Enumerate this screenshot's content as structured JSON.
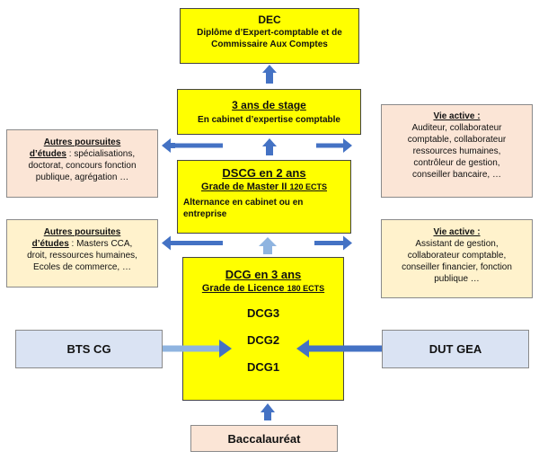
{
  "dec": {
    "title": "DEC",
    "line1": "Diplôme d’Expert-comptable et de",
    "line2": "Commissaire Aux Comptes"
  },
  "stage": {
    "title": "3 ans de stage",
    "subtitle": "En cabinet d’expertise comptable"
  },
  "dscg": {
    "title": "DSCG en 2 ans",
    "grade": "Grade de Master II",
    "ects": "120 ECTS",
    "line1": "Alternance en cabinet ou en",
    "line2": "entreprise"
  },
  "dcg": {
    "title": "DCG en 3 ans",
    "grade": "Grade de Licence",
    "ects": "180 ECTS",
    "levels": [
      "DCG3",
      "DCG2",
      "DCG1"
    ]
  },
  "bac": {
    "label": "Baccalauréat"
  },
  "bts": {
    "label": "BTS CG"
  },
  "dut": {
    "label": "DUT GEA"
  },
  "left_top": {
    "heading1": "Autres poursuites",
    "heading2": "d’études",
    "line1": " : spécialisations,",
    "line2": "doctorat, concours fonction",
    "line3": "publique, agrégation …"
  },
  "left_bottom": {
    "heading1": "Autres poursuites",
    "heading2": "d’études",
    "line1": " : Masters CCA,",
    "line2": "droit, ressources humaines,",
    "line3": "Ecoles de commerce, …"
  },
  "right_top": {
    "heading": "Vie active :",
    "lines": [
      "Auditeur, collaborateur",
      "comptable, collaborateur",
      "ressources humaines,",
      "contrôleur de gestion,",
      "conseiller bancaire, …"
    ]
  },
  "right_bottom": {
    "heading": "Vie active :",
    "lines": [
      "Assistant de gestion,",
      "collaborateur comptable,",
      "conseiller financier, fonction",
      "publique …"
    ]
  },
  "colors": {
    "yellow": "#ffff00",
    "peach": "#fbe5d6",
    "cream": "#fff2cc",
    "blue_box": "#dae3f3",
    "arrow": "#4472c4",
    "arrow_light": "#8fb4e0"
  }
}
